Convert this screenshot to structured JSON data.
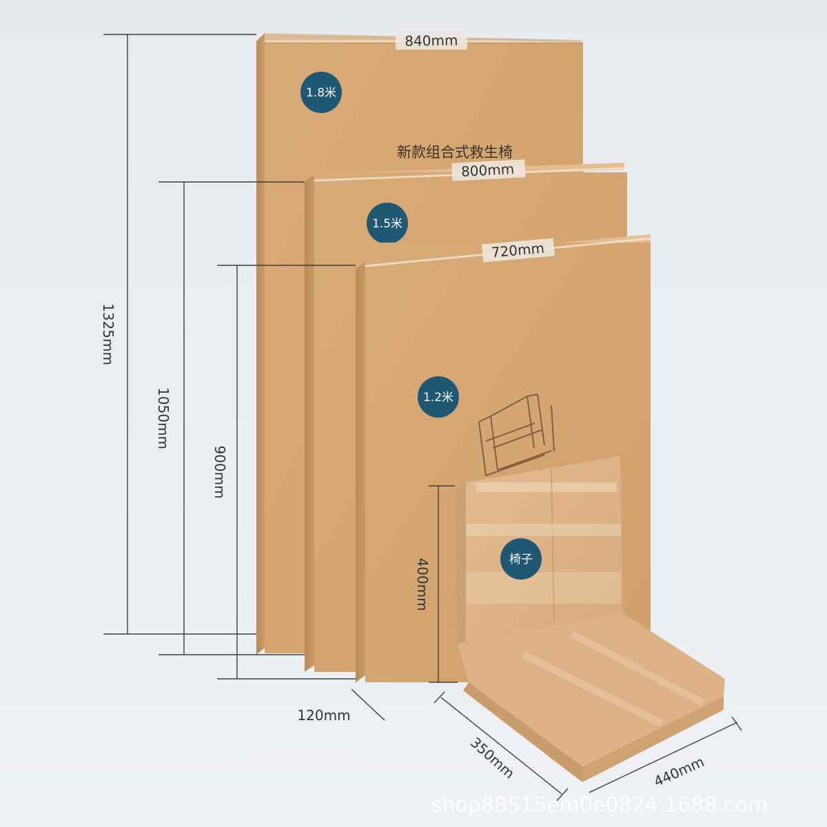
{
  "product_title": "新款组合式救生椅",
  "boxes": [
    {
      "size_label": "1.8米",
      "width_label": "840mm",
      "height_label": "1325mm"
    },
    {
      "size_label": "1.5米",
      "width_label": "800mm",
      "height_label": "1050mm"
    },
    {
      "size_label": "1.2米",
      "width_label": "720mm",
      "height_label": "900mm"
    },
    {
      "size_label": "椅子",
      "height_label": "400mm",
      "depth_label": "350mm",
      "width_label": "440mm"
    }
  ],
  "thickness_label": "120mm",
  "watermark": "shop88515em0e0824.1688.com",
  "colors": {
    "background": "#e9edf1",
    "cardboard": "#d8aa76",
    "badge": "#1e5873",
    "dimension_line": "#3c3c3c"
  }
}
